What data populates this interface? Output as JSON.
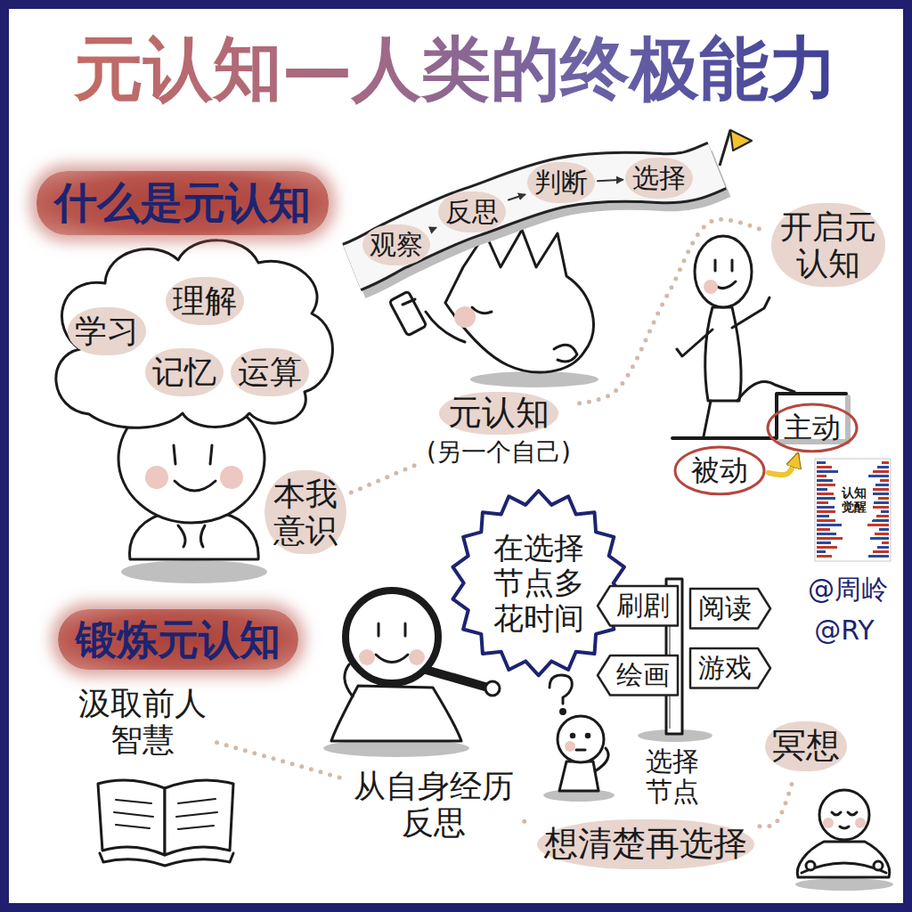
{
  "diagram": {
    "title": "元认知—人类的终极能力",
    "nodes": [
      {
        "text": [
          "什么是元认知"
        ]
      },
      {
        "text": [
          "学习"
        ]
      },
      {
        "text": [
          "理解"
        ]
      },
      {
        "text": [
          "记忆"
        ]
      },
      {
        "text": [
          "运算"
        ]
      },
      {
        "text": [
          "本我意识"
        ]
      },
      {
        "text": [
          "观察"
        ]
      },
      {
        "text": [
          "反思"
        ]
      },
      {
        "text": [
          "判断"
        ]
      },
      {
        "text": [
          "选择"
        ]
      },
      {
        "text": [
          "元认知",
          "(另一个自己)"
        ]
      },
      {
        "text": [
          "开启元认知"
        ]
      },
      {
        "text": [
          "被动"
        ]
      },
      {
        "text": [
          "主动"
        ]
      },
      {
        "text": [
          "锻炼元认知"
        ]
      },
      {
        "text": [
          "在选择节点多花时间"
        ]
      },
      {
        "text": [
          "刷剧"
        ]
      },
      {
        "text": [
          "阅读"
        ]
      },
      {
        "text": [
          "绘画"
        ]
      },
      {
        "text": [
          "游戏"
        ]
      },
      {
        "text": [
          "选择节点"
        ]
      },
      {
        "text": [
          "汲取前人智慧"
        ]
      },
      {
        "text": [
          "从自身经历反思"
        ]
      },
      {
        "text": [
          "想清楚再选择"
        ]
      },
      {
        "text": [
          "冥想"
        ]
      }
    ],
    "edges": [
      {
        "from": 5,
        "to": 10,
        "arrow": "none"
      },
      {
        "from": 10,
        "to": 11,
        "arrow": "none"
      },
      {
        "from": 6,
        "to": 7,
        "arrow": "to"
      },
      {
        "from": 7,
        "to": 8,
        "arrow": "to"
      },
      {
        "from": 8,
        "to": 9,
        "arrow": "to"
      },
      {
        "from": 12,
        "to": 13,
        "arrow": "to"
      },
      {
        "from": 21,
        "to": 22,
        "arrow": "none"
      },
      {
        "from": 22,
        "to": 23,
        "arrow": "none"
      },
      {
        "from": 23,
        "to": 24,
        "arrow": "none"
      }
    ],
    "labels": [
      "认知觉醒",
      "@周岭",
      "@RY"
    ]
  }
}
